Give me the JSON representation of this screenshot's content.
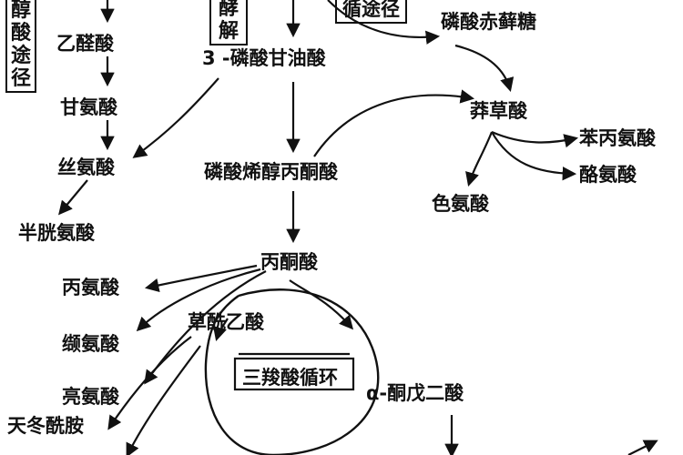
{
  "pathway_labels": {
    "left_vertical": "醇酸途径",
    "top_center": "酵解",
    "top_right": "循途径",
    "tca_cycle": "三羧酸循环"
  },
  "nodes": {
    "glyoxylate": "乙醛酸",
    "glycine": "甘氨酸",
    "serine": "丝氨酸",
    "cysteine": "半胱氨酸",
    "pga": "3 -磷酸甘油酸",
    "pep": "磷酸烯醇丙酮酸",
    "pyruvate": "丙酮酸",
    "e4p": "磷酸赤藓糖",
    "shikimate": "莽草酸",
    "phe": "苯丙氨酸",
    "tyr": "酪氨酸",
    "trp": "色氨酸",
    "alanine": "丙氨酸",
    "valine": "缬氨酸",
    "leucine": "亮氨酸",
    "asparagine": "天冬酰胺",
    "oxaloacetate": "草酰乙酸",
    "akg": "α-酮戊二酸"
  }
}
